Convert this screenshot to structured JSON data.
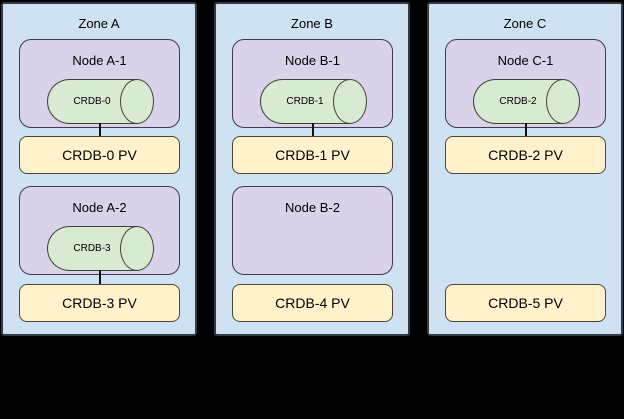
{
  "colors": {
    "background": "#000000",
    "zone_fill": "#cfe2f3",
    "node_fill": "#d9d2e9",
    "pod_fill": "#d9ead3",
    "pv_fill": "#fff2cc",
    "border": "#333333",
    "text": "#000000"
  },
  "diagram": {
    "zones": [
      {
        "label": "Zone A",
        "rows": [
          {
            "node": "Node A-1",
            "pod": "CRDB-0",
            "pv": "CRDB-0 PV",
            "connected": true
          },
          {
            "node": "Node A-2",
            "pod": "CRDB-3",
            "pv": "CRDB-3 PV",
            "connected": true
          }
        ]
      },
      {
        "label": "Zone B",
        "rows": [
          {
            "node": "Node B-1",
            "pod": "CRDB-1",
            "pv": "CRDB-1 PV",
            "connected": true
          },
          {
            "node": "Node B-2",
            "pod": null,
            "pv": "CRDB-4 PV",
            "connected": false
          }
        ]
      },
      {
        "label": "Zone C",
        "rows": [
          {
            "node": "Node C-1",
            "pod": "CRDB-2",
            "pv": "CRDB-2 PV",
            "connected": true
          },
          {
            "node": null,
            "pod": null,
            "pv": "CRDB-5 PV",
            "connected": false
          }
        ]
      }
    ]
  }
}
